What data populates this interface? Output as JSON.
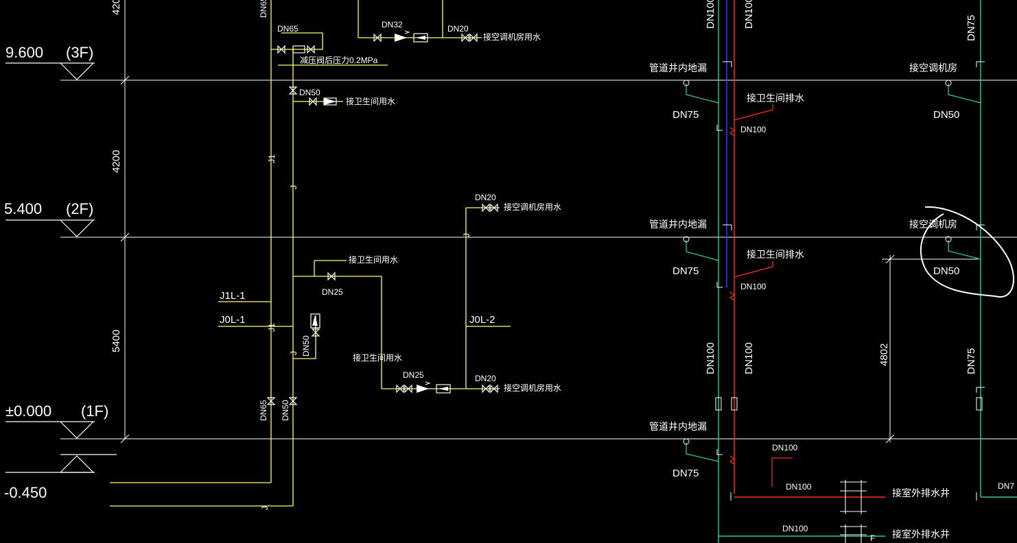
{
  "levels": {
    "l3_elev": "9.600",
    "l3_floor": "(3F)",
    "l2_elev": "5.400",
    "l2_floor": "(2F)",
    "l1_elev": "±0.000",
    "l1_floor": "(1F)",
    "l0_elev": "-0.450"
  },
  "dims": {
    "d_top": "420",
    "d_mid": "4200",
    "d_low": "5400",
    "d_right": "4802"
  },
  "left_riser": {
    "dn65_top": "DN65",
    "dn65_h": "DN65",
    "prv_note": "减压阀后压力0.2MPa",
    "dn50_3f": "DN50",
    "to_toilet_3f": "接卫生间用水",
    "j1_a": "J1",
    "j_a": "J",
    "j1l": "J1L-1",
    "j0l": "J0L-1",
    "j1_b": "J1",
    "j_b": "J",
    "dn50_v": "DN50",
    "dn65_bot": "DN65",
    "dn50_bot": "DN50",
    "j_bottom": "J"
  },
  "top_branch": {
    "dn32": "DN32",
    "dn20": "DN20",
    "to_ahu": "接空调机房用水"
  },
  "mid_branch": {
    "to_toilet": "接卫生间用水",
    "dn25_a": "DN25",
    "to_toilet_b": "接卫生间用水",
    "dn25_b": "DN25",
    "dn20_low": "DN20",
    "to_ahu_low": "接空调机房用水",
    "dn20_up": "DN20",
    "to_ahu_up": "接空调机房用水",
    "j_up": "J",
    "j0l2": "J0L-2"
  },
  "right_section": {
    "dn100_v1": "DN100",
    "dn100_v2": "DN100",
    "dn75_v": "DN75",
    "drain_3f": "管道井内地漏",
    "dn75_3f": "DN75",
    "toilet_drain_3f": "接卫生间排水",
    "dn100_3f": "DN100",
    "ahu_3f": "接空调机房",
    "dn50_3f": "DN50",
    "drain_2f": "管道井内地漏",
    "dn75_2f": "DN75",
    "toilet_drain_2f": "接卫生间排水",
    "dn100_2f": "DN100",
    "ahu_2f": "接空调机房",
    "dn50_2f": "DN50",
    "dn100_v3": "DN100",
    "dn100_v4": "DN100",
    "dn75_v2": "DN75",
    "drain_1f": "管道井内地漏",
    "dn75_1f": "DN75",
    "dn100_a": "DN100",
    "dn100_b": "DN100",
    "to_outdoor_a": "接室外排水井",
    "dn100_c": "DN100",
    "to_outdoor_b": "接室外排水井",
    "dn7_cut": "DN7",
    "f_mark": "F"
  },
  "colors": {
    "white": "#ffffff",
    "yellow": "#ffff66",
    "green": "#33cc99",
    "red": "#ff2a2a",
    "blue": "#2a3cff"
  }
}
